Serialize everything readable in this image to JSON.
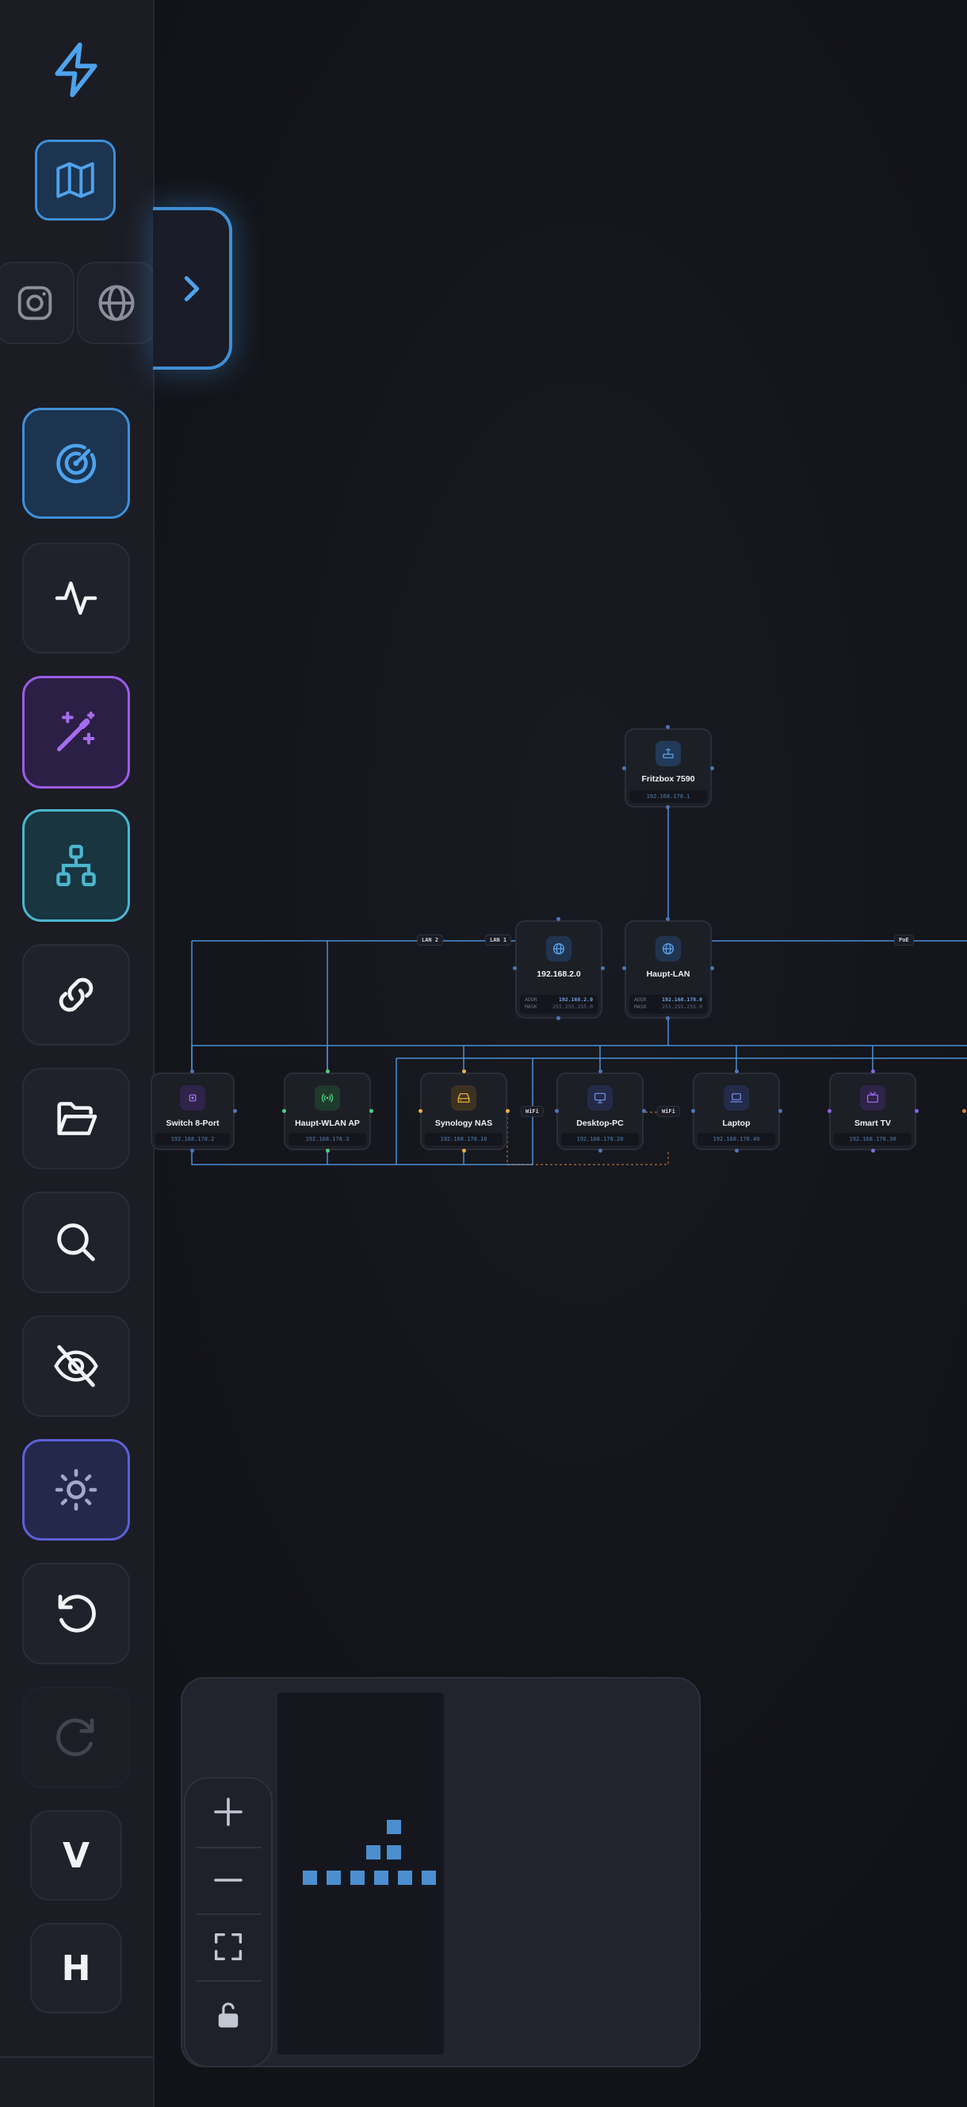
{
  "sidebar": {
    "logo_icon": "lightning-bolt-icon",
    "map_icon": "map-icon",
    "social": [
      "instagram-icon",
      "globe-icon"
    ],
    "tools": [
      {
        "icon": "radar-icon",
        "style": "blue"
      },
      {
        "icon": "activity-pulse-icon",
        "style": "default"
      },
      {
        "icon": "magic-wand-icon",
        "style": "purple"
      },
      {
        "icon": "network-tree-icon",
        "style": "teal"
      },
      {
        "icon": "link-icon",
        "style": "default"
      },
      {
        "icon": "folder-open-icon",
        "style": "default"
      },
      {
        "icon": "search-icon",
        "style": "default"
      },
      {
        "icon": "eye-off-icon",
        "style": "default"
      },
      {
        "icon": "sun-icon",
        "style": "indigo"
      },
      {
        "icon": "undo-icon",
        "style": "default"
      },
      {
        "icon": "redo-icon",
        "style": "disabled"
      }
    ],
    "vertical_label": "V",
    "horizontal_label": "H"
  },
  "expand_icon": "chevron-right-icon",
  "nodes": {
    "fritzbox": {
      "name": "Fritzbox 7590",
      "ip": "192.168.178.1",
      "icon": "router-icon"
    },
    "subnet2": {
      "name": "192.168.2.0",
      "icon": "globe-icon",
      "addr_label": "ADDR",
      "addr": "192.168.2.0",
      "mask_label": "MASK",
      "mask": "255.255.255.0"
    },
    "hauptlan": {
      "name": "Haupt-LAN",
      "icon": "globe-icon",
      "addr_label": "ADDR",
      "addr": "192.168.178.0",
      "mask_label": "MASK",
      "mask": "255.255.255.0"
    },
    "switch": {
      "name": "Switch 8-Port",
      "ip": "192.168.178.2",
      "icon": "chip-icon"
    },
    "wlanap": {
      "name": "Haupt-WLAN AP",
      "ip": "192.168.178.3",
      "icon": "wifi-antenna-icon"
    },
    "nas": {
      "name": "Synology NAS",
      "ip": "192.168.178.10",
      "icon": "hard-drive-icon"
    },
    "desktop": {
      "name": "Desktop-PC",
      "ip": "192.168.178.20",
      "icon": "monitor-icon"
    },
    "laptop": {
      "name": "Laptop",
      "ip": "192.168.178.40",
      "icon": "laptop-icon"
    },
    "tv": {
      "name": "Smart TV",
      "ip": "192.168.178.30",
      "icon": "tv-icon"
    }
  },
  "edge_labels": {
    "lan2": "LAN 2",
    "lan1": "LAN 1",
    "poe": "PoE",
    "wifi1": "WiFi",
    "wifi2": "WiFi"
  },
  "controls": {
    "zoom_in": "plus-icon",
    "zoom_out": "minus-icon",
    "fit": "fit-view-icon",
    "lock": "unlock-icon"
  },
  "colors": {
    "accent": "#3f8fd6",
    "edge": "#4a8fd4",
    "wifi_edge": "#e0813a"
  }
}
